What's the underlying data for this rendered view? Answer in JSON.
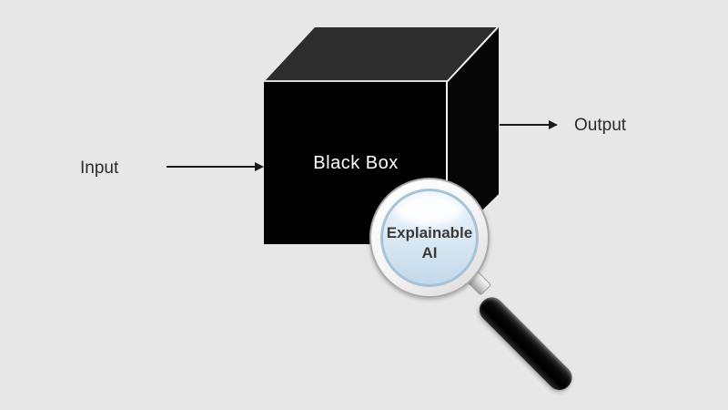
{
  "diagram": {
    "title_implicit": "Black box vs explainable AI diagram",
    "input_label": "Input",
    "output_label": "Output",
    "black_box_label": "Black Box",
    "magnifier": {
      "label_line1": "Explainable",
      "label_line2": "AI"
    },
    "colors": {
      "background": "#e7e7e7",
      "cube_front": "#010101",
      "cube_top": "#2d2d2d",
      "cube_right": "#060606",
      "edge_highlight": "#f2f2f2",
      "arrow": "#1a1a1a",
      "label_text": "#2b2b2b",
      "black_box_text": "#ffffff",
      "lens_glass": "#d6e6f2",
      "lens_ring": "#a9a9a9",
      "handle": "#0a0a0a"
    }
  }
}
